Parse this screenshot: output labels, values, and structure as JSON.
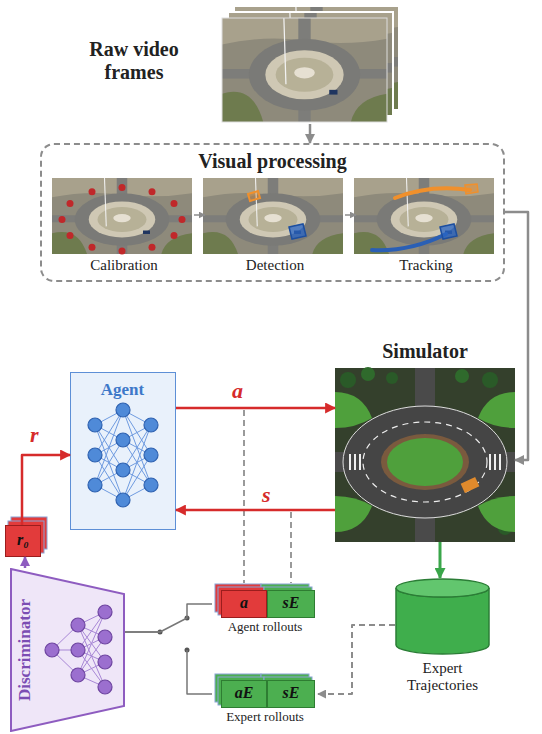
{
  "diagram": {
    "nodes": [
      {
        "text": [
          "Raw video frames"
        ]
      },
      {
        "text": [
          "Visual processing"
        ]
      },
      {
        "text": [
          "Calibration"
        ],
        "in": 1
      },
      {
        "text": [
          "Detection"
        ],
        "in": 1
      },
      {
        "text": [
          "Tracking"
        ],
        "in": 1
      },
      {
        "text": [
          "Simulator"
        ]
      },
      {
        "text": [
          "Agent"
        ]
      },
      {
        "text": [
          "r₀"
        ]
      },
      {
        "text": [
          "Agent rollouts"
        ]
      },
      {
        "text": [
          "a"
        ],
        "in": 8
      },
      {
        "text": [
          "sE"
        ],
        "in": 8
      },
      {
        "text": [
          "Expert Trajectories"
        ]
      },
      {
        "text": [
          "Discriminator"
        ]
      },
      {
        "text": [
          "Expert rollouts"
        ]
      },
      {
        "text": [
          "aE"
        ],
        "in": 13
      },
      {
        "text": [
          "sE"
        ],
        "in": 13
      }
    ],
    "edges": [
      {
        "from": 0,
        "to": 1,
        "arrow": "to"
      },
      {
        "from": 2,
        "to": 3,
        "arrow": "to"
      },
      {
        "from": 3,
        "to": 4,
        "arrow": "to"
      },
      {
        "from": 1,
        "to": 5,
        "arrow": "to"
      },
      {
        "from": 6,
        "to": 5,
        "label": "a",
        "arrow": "to"
      },
      {
        "from": 5,
        "to": 6,
        "label": "s",
        "arrow": "to"
      },
      {
        "from": 5,
        "to": 11,
        "arrow": "to"
      },
      {
        "from": 11,
        "to": 13,
        "arrow": "to"
      },
      {
        "from": 8,
        "to": 12,
        "arrow": "none"
      },
      {
        "from": 13,
        "to": 12,
        "arrow": "none"
      },
      {
        "from": 12,
        "to": 7,
        "arrow": "to"
      },
      {
        "from": 7,
        "to": 6,
        "label": "r",
        "arrow": "to"
      }
    ]
  }
}
